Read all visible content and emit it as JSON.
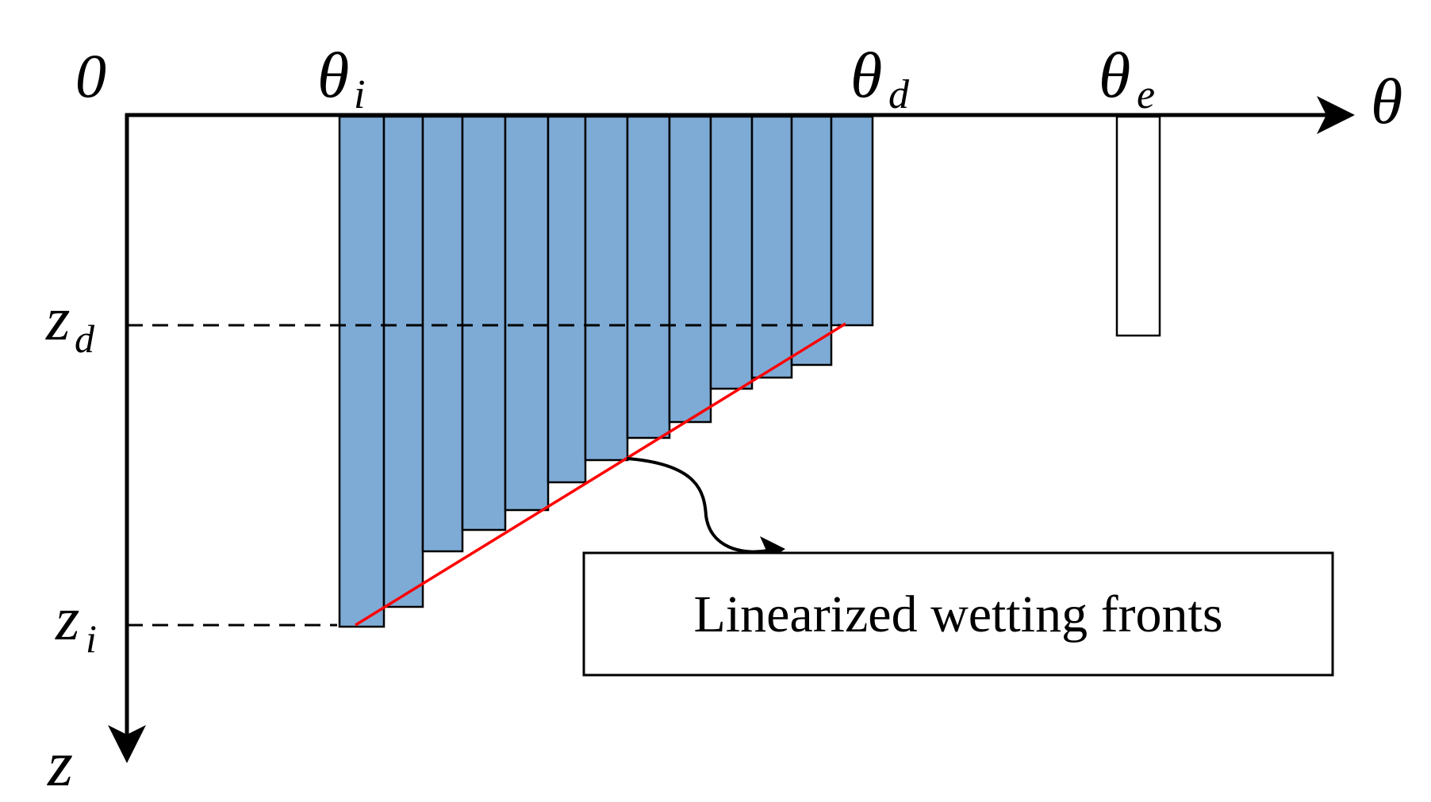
{
  "labels": {
    "origin": "0",
    "theta_axis": "θ",
    "z_axis": "z",
    "theta_i_base": "θ",
    "theta_i_sub": "i",
    "theta_d_base": "θ",
    "theta_d_sub": "d",
    "theta_e_base": "θ",
    "theta_e_sub": "e",
    "z_d_base": "z",
    "z_d_sub": "d",
    "z_i_base": "z",
    "z_i_sub": "i"
  },
  "callout": {
    "text": "Linearized wetting fronts"
  },
  "colors": {
    "bin_fill": "#7eabd6",
    "front_line": "#ff0000",
    "axis": "#000000"
  }
}
